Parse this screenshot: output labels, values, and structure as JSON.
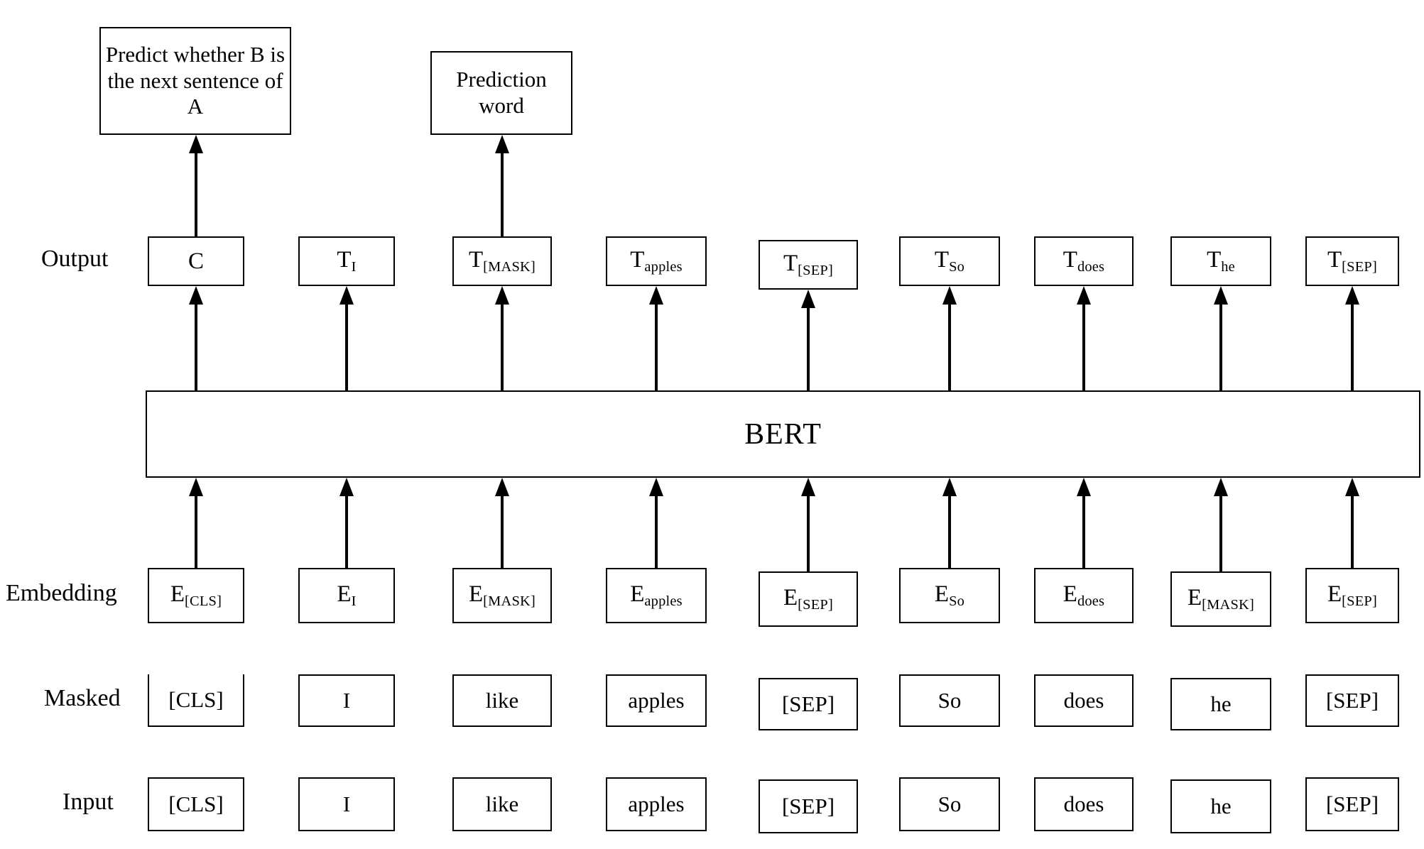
{
  "figure": {
    "title": "BERT pre-training diagram",
    "model_label": "BERT",
    "ink_color": "#000000",
    "background_color": "#ffffff"
  },
  "row_labels": {
    "output": "Output",
    "embedding": "Embedding",
    "masked": "Masked",
    "input": "Input"
  },
  "top_boxes": [
    {
      "id": "nsp-head",
      "text": "Predict whether B is the next sentence of A",
      "from_column": 0
    },
    {
      "id": "mlm-head",
      "text": "Prediction word",
      "from_column": 2
    }
  ],
  "columns": [
    {
      "index": 0,
      "output": {
        "base": "C",
        "sub": ""
      },
      "embedding": {
        "base": "E",
        "sub": "[CLS]"
      },
      "masked": "[CLS]",
      "input": "[CLS]"
    },
    {
      "index": 1,
      "output": {
        "base": "T",
        "sub": "I"
      },
      "embedding": {
        "base": "E",
        "sub": "I"
      },
      "masked": "I",
      "input": "I"
    },
    {
      "index": 2,
      "output": {
        "base": "T",
        "sub": "[MASK]"
      },
      "embedding": {
        "base": "E",
        "sub": "[MASK]"
      },
      "masked": "like",
      "input": "like"
    },
    {
      "index": 3,
      "output": {
        "base": "T",
        "sub": "apples"
      },
      "embedding": {
        "base": "E",
        "sub": "apples"
      },
      "masked": "apples",
      "input": "apples"
    },
    {
      "index": 4,
      "output": {
        "base": "T",
        "sub": "[SEP]"
      },
      "embedding": {
        "base": "E",
        "sub": "[SEP]"
      },
      "masked": "[SEP]",
      "input": "[SEP]"
    },
    {
      "index": 5,
      "output": {
        "base": "T",
        "sub": "So"
      },
      "embedding": {
        "base": "E",
        "sub": "So"
      },
      "masked": "So",
      "input": "So"
    },
    {
      "index": 6,
      "output": {
        "base": "T",
        "sub": "does"
      },
      "embedding": {
        "base": "E",
        "sub": "does"
      },
      "masked": "does",
      "input": "does"
    },
    {
      "index": 7,
      "output": {
        "base": "T",
        "sub": "he"
      },
      "embedding": {
        "base": "E",
        "sub": "[MASK]"
      },
      "masked": "he",
      "input": "he"
    },
    {
      "index": 8,
      "output": {
        "base": "T",
        "sub": "[SEP]"
      },
      "embedding": {
        "base": "E",
        "sub": "[SEP]"
      },
      "masked": "[SEP]",
      "input": "[SEP]"
    }
  ]
}
